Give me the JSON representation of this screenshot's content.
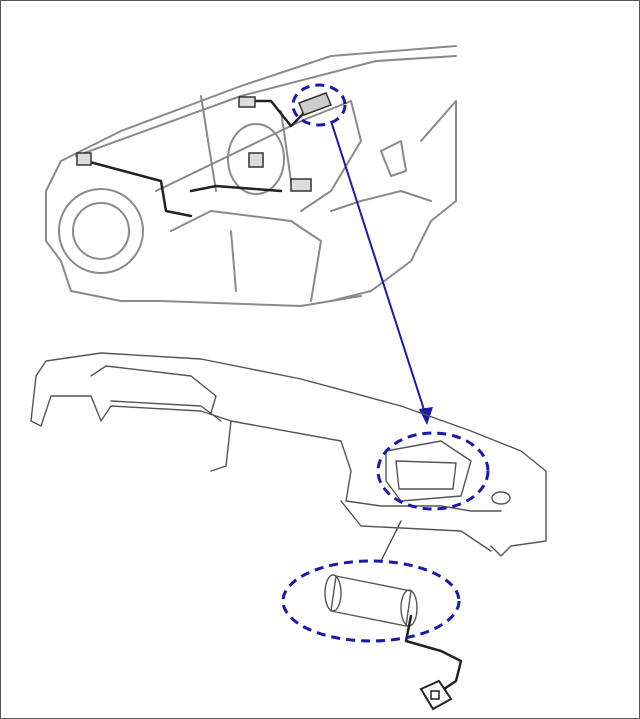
{
  "colors": {
    "highlight": "#1a1aa8",
    "line_art": "#8a8a8a",
    "dark_line": "#222222",
    "border": "#555555"
  },
  "icons": [
    "car-interior-illustration",
    "dashboard-illustration",
    "airbag-inflator-illustration",
    "connector-illustration"
  ]
}
